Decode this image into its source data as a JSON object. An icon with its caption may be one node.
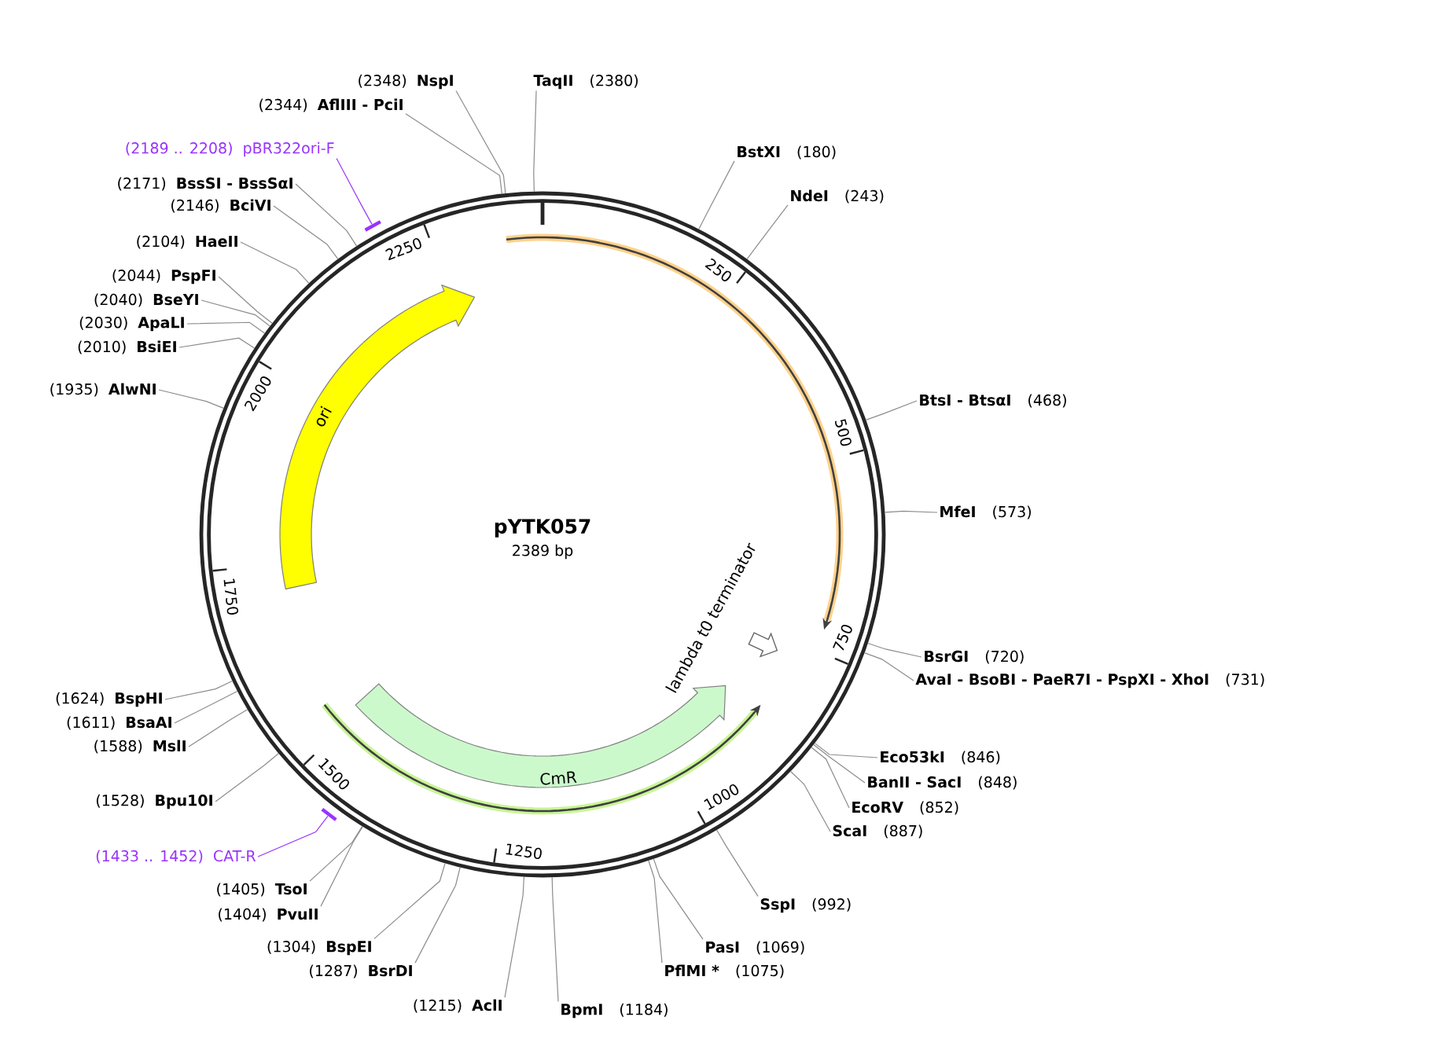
{
  "diagram": {
    "title": "pYTK057",
    "nodes": [
      {
        "text": [
          "(2348)",
          "NspI"
        ]
      },
      {
        "text": [
          "(2344)",
          "AflIII - PciI"
        ]
      },
      {
        "text": [
          "TaqII",
          "(2380)"
        ]
      },
      {
        "text": [
          "(2189 .. 2208)",
          "pBR322ori-F"
        ]
      },
      {
        "text": [
          "(2171)",
          "BssSI - BssSαI"
        ]
      },
      {
        "text": [
          "(2146)",
          "BciVI"
        ]
      },
      {
        "text": [
          "(2104)",
          "HaeII"
        ]
      },
      {
        "text": [
          "(2044)",
          "PspFI"
        ]
      },
      {
        "text": [
          "(2040)",
          "BseYI"
        ]
      },
      {
        "text": [
          "(2030)",
          "ApaLI"
        ]
      },
      {
        "text": [
          "(2010)",
          "BsiEI"
        ]
      },
      {
        "text": [
          "(1935)",
          "AlwNI"
        ]
      },
      {
        "text": [
          "BstXI",
          "(180)"
        ]
      },
      {
        "text": [
          "NdeI",
          "(243)"
        ]
      },
      {
        "text": [
          "BtsI - BtsαI",
          "(468)"
        ]
      },
      {
        "text": [
          "MfeI",
          "(573)"
        ]
      },
      {
        "text": [
          "BsrGI",
          "(720)"
        ]
      },
      {
        "text": [
          "AvaI - BsoBI - PaeR7I - PspXI - XhoI",
          "(731)"
        ]
      },
      {
        "text": [
          "Eco53kI",
          "(846)"
        ]
      },
      {
        "text": [
          "BanII - SacI",
          "(848)"
        ]
      },
      {
        "text": [
          "EcoRV",
          "(852)"
        ]
      },
      {
        "text": [
          "ScaI",
          "(887)"
        ]
      },
      {
        "text": [
          "SspI",
          "(992)"
        ]
      },
      {
        "text": [
          "PasI",
          "(1069)"
        ]
      },
      {
        "text": [
          "PflMI *",
          "(1075)"
        ]
      },
      {
        "text": [
          "BpmI",
          "(1184)"
        ]
      },
      {
        "text": [
          "(1215)",
          "AclI"
        ]
      },
      {
        "text": [
          "(1287)",
          "BsrDI"
        ]
      },
      {
        "text": [
          "(1304)",
          "BspEI"
        ]
      },
      {
        "text": [
          "(1404)",
          "PvuII"
        ]
      },
      {
        "text": [
          "(1405)",
          "TsoI"
        ]
      },
      {
        "text": [
          "(1433 .. 1452)",
          "CAT-R"
        ]
      },
      {
        "text": [
          "(1528)",
          "Bpu10I"
        ]
      },
      {
        "text": [
          "(1588)",
          "MslI"
        ]
      },
      {
        "text": [
          "(1611)",
          "BsaAI"
        ]
      },
      {
        "text": [
          "(1624)",
          "BspHI"
        ]
      },
      {
        "text": [],
        "shape": "circle"
      },
      {
        "text": [
          "ori"
        ],
        "in": 36
      },
      {
        "text": [
          "CmR"
        ],
        "in": 36
      },
      {
        "text": [
          "lambda t0 terminator"
        ],
        "in": 36
      },
      {
        "text": [],
        "shape": "bar"
      },
      {
        "text": [],
        "shape": "bar"
      }
    ],
    "edges": [
      {
        "from": 0,
        "to": 36,
        "arrow": "none"
      },
      {
        "from": 1,
        "to": 36,
        "arrow": "none"
      },
      {
        "from": 2,
        "to": 36,
        "arrow": "none"
      },
      {
        "from": 3,
        "to": 40,
        "arrow": "none",
        "color": "#9933ff"
      },
      {
        "from": 4,
        "to": 36,
        "arrow": "none"
      },
      {
        "from": 5,
        "to": 36,
        "arrow": "none"
      },
      {
        "from": 6,
        "to": 36,
        "arrow": "none"
      },
      {
        "from": 7,
        "to": 36,
        "arrow": "none"
      },
      {
        "from": 8,
        "to": 36,
        "arrow": "none"
      },
      {
        "from": 9,
        "to": 36,
        "arrow": "none"
      },
      {
        "from": 10,
        "to": 36,
        "arrow": "none"
      },
      {
        "from": 11,
        "to": 36,
        "arrow": "none"
      },
      {
        "from": 12,
        "to": 36,
        "arrow": "none"
      },
      {
        "from": 13,
        "to": 36,
        "arrow": "none"
      },
      {
        "from": 14,
        "to": 36,
        "arrow": "none"
      },
      {
        "from": 15,
        "to": 36,
        "arrow": "none"
      },
      {
        "from": 16,
        "to": 36,
        "arrow": "none"
      },
      {
        "from": 17,
        "to": 36,
        "arrow": "none"
      },
      {
        "from": 18,
        "to": 36,
        "arrow": "none"
      },
      {
        "from": 19,
        "to": 36,
        "arrow": "none"
      },
      {
        "from": 20,
        "to": 36,
        "arrow": "none"
      },
      {
        "from": 21,
        "to": 36,
        "arrow": "none"
      },
      {
        "from": 22,
        "to": 36,
        "arrow": "none"
      },
      {
        "from": 23,
        "to": 36,
        "arrow": "none"
      },
      {
        "from": 24,
        "to": 36,
        "arrow": "none"
      },
      {
        "from": 25,
        "to": 36,
        "arrow": "none"
      },
      {
        "from": 26,
        "to": 36,
        "arrow": "none"
      },
      {
        "from": 27,
        "to": 36,
        "arrow": "none"
      },
      {
        "from": 28,
        "to": 36,
        "arrow": "none"
      },
      {
        "from": 29,
        "to": 36,
        "arrow": "none"
      },
      {
        "from": 30,
        "to": 36,
        "arrow": "none"
      },
      {
        "from": 31,
        "to": 41,
        "arrow": "none",
        "color": "#9933ff"
      },
      {
        "from": 32,
        "to": 36,
        "arrow": "none"
      },
      {
        "from": 33,
        "to": 36,
        "arrow": "none"
      },
      {
        "from": 34,
        "to": 36,
        "arrow": "none"
      },
      {
        "from": 35,
        "to": 36,
        "arrow": "none"
      }
    ],
    "labels": [
      "2389 bp",
      "250",
      "500",
      "750",
      "1000",
      "1250",
      "1500",
      "1750",
      "2000",
      "2250"
    ]
  }
}
